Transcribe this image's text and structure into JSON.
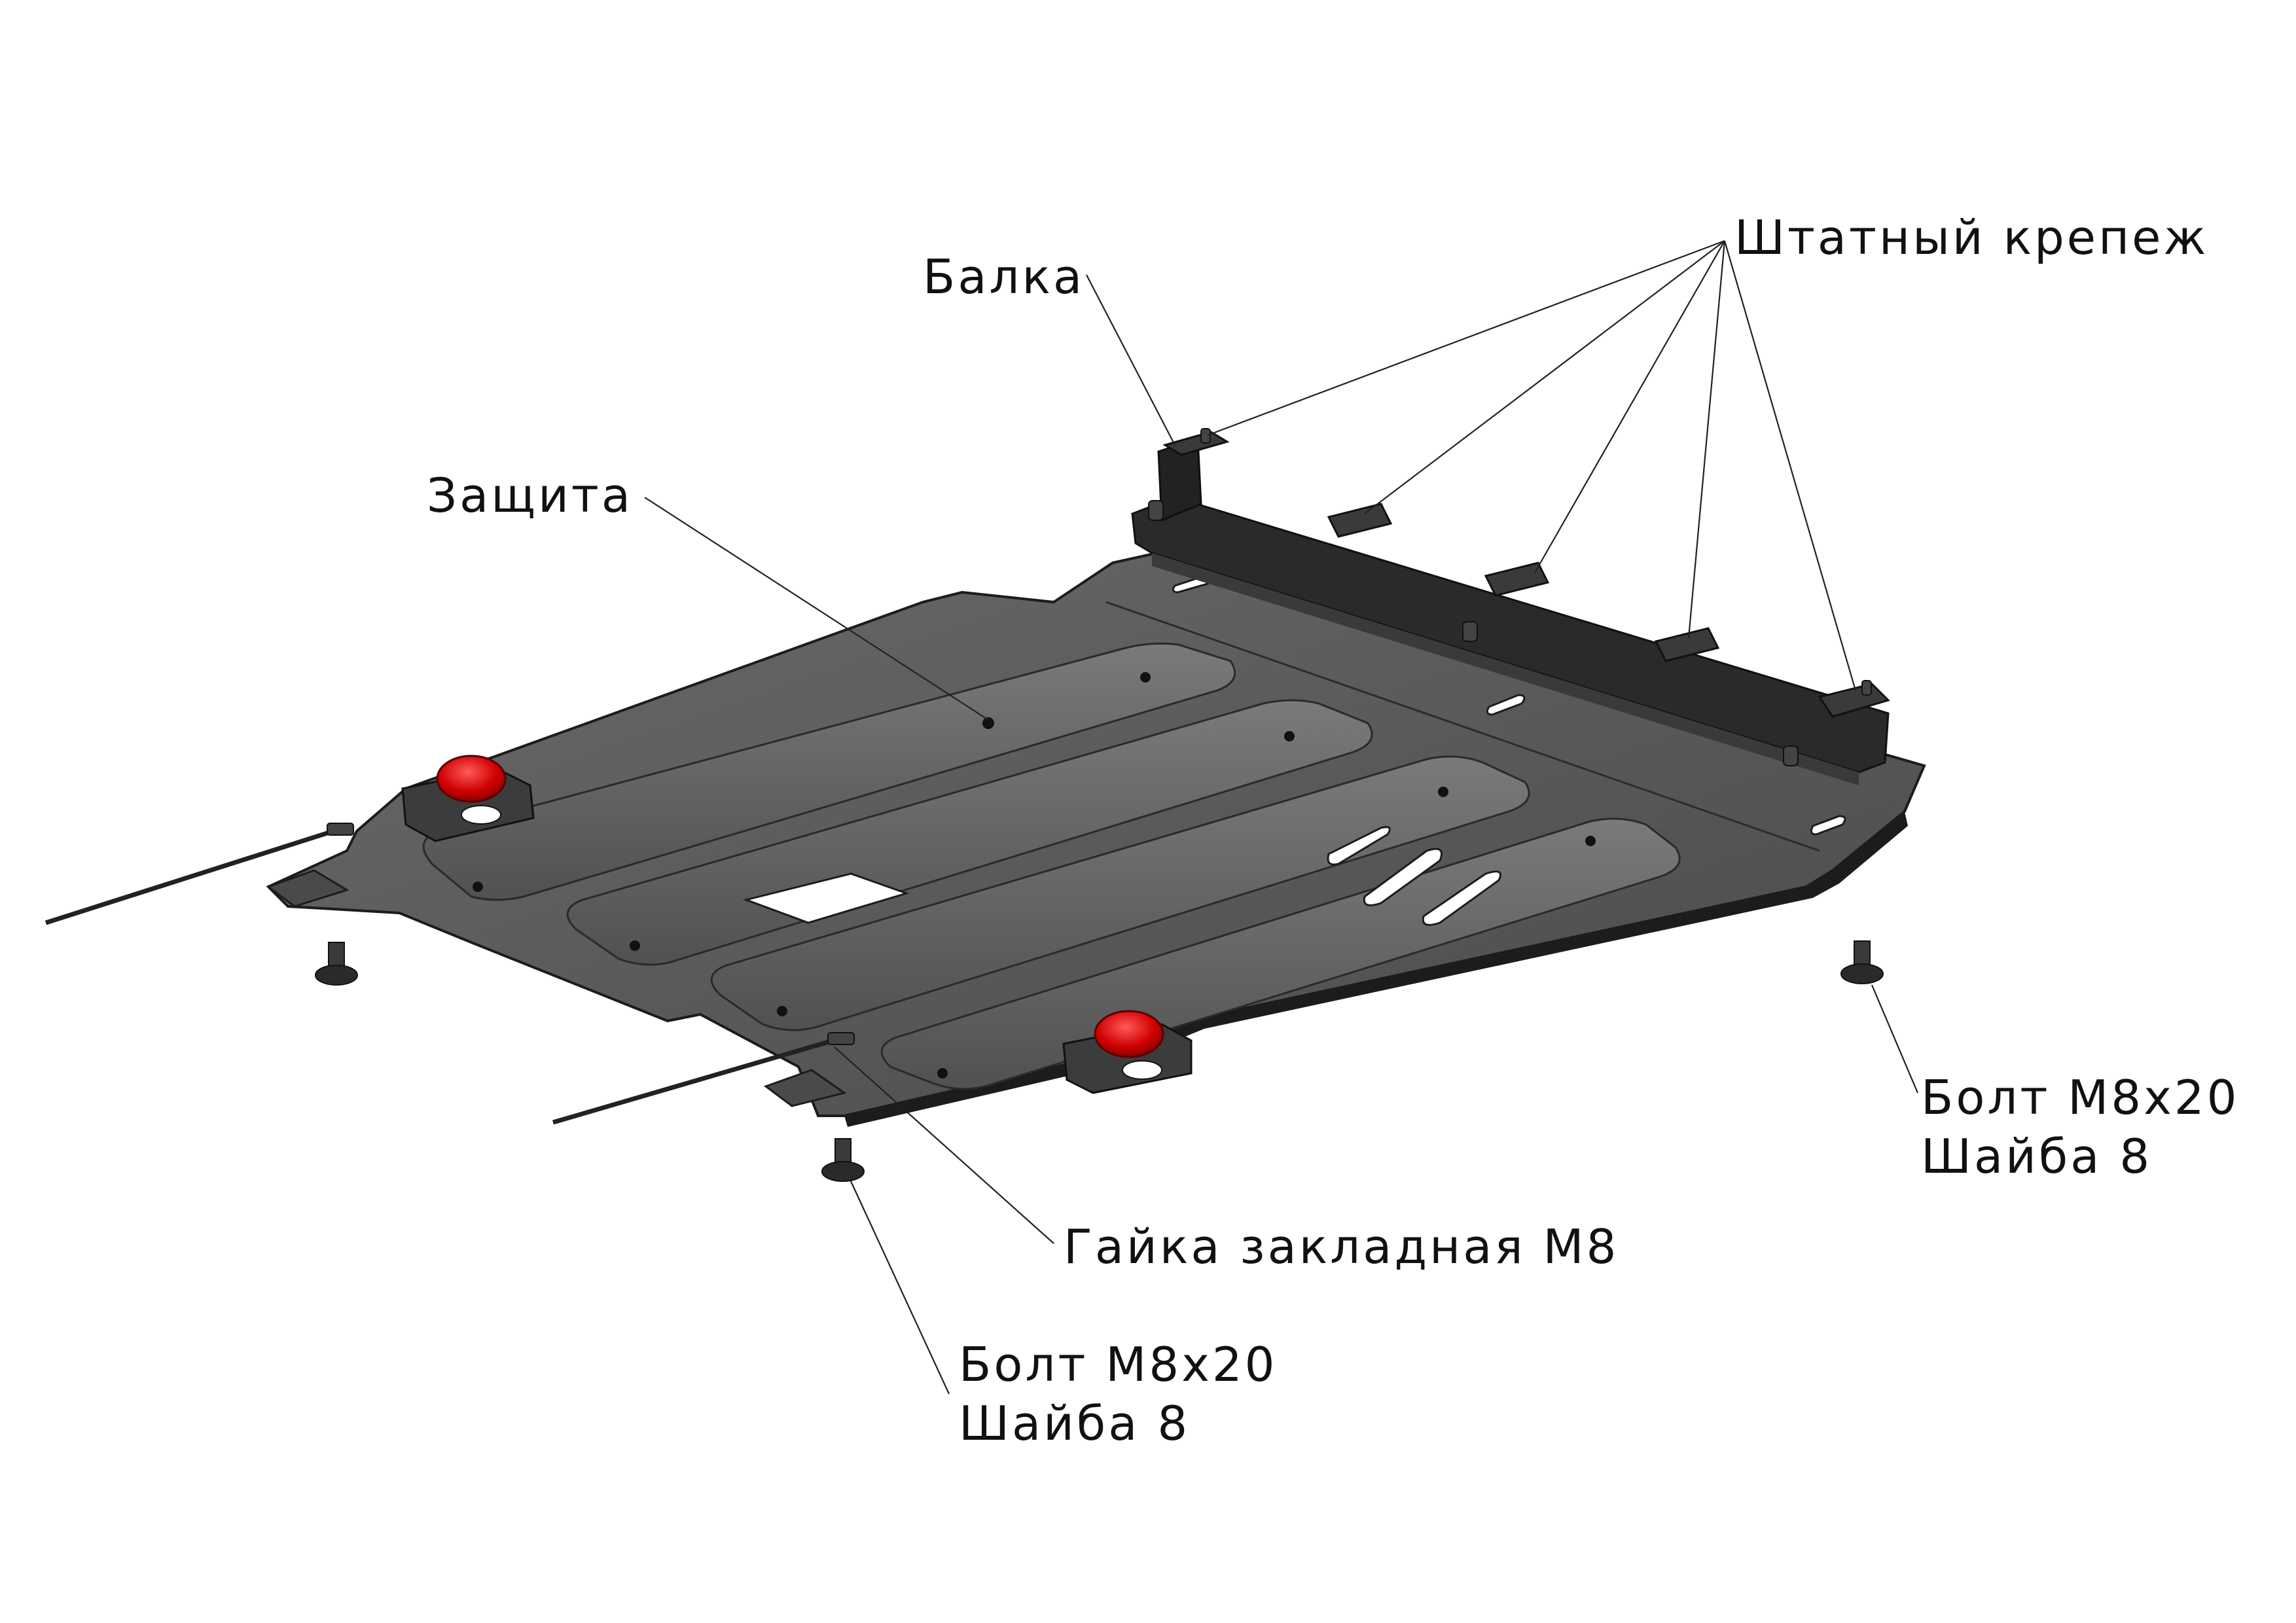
{
  "labels": {
    "shtatny_krepezh": "Штатный крепеж",
    "balka": "Балка",
    "zashchita": "Защита",
    "bolt_right_line1": "Болт М8х20",
    "bolt_right_line2": "Шайба 8",
    "gayka": "Гайка закладная М8",
    "bolt_bottom_line1": "Болт М8х20",
    "bolt_bottom_line2": "Шайба 8"
  },
  "colors": {
    "plate": "#555555",
    "plate_edge": "#1c1c1c",
    "rib": "#5e5e5e",
    "beam": "#2a2a2a",
    "plug": "#cc0000",
    "background": "#ffffff"
  }
}
